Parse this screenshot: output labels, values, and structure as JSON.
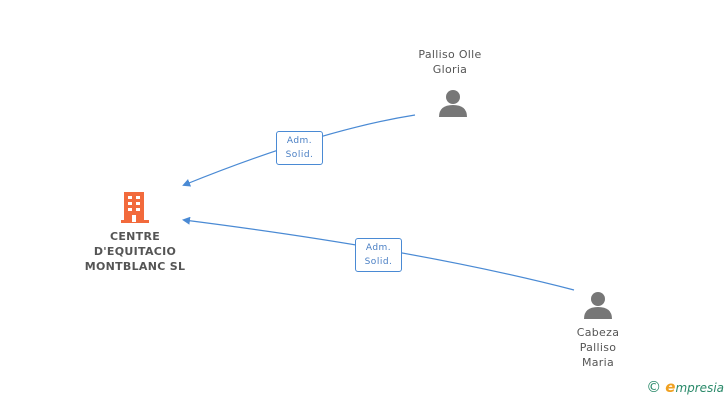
{
  "company": {
    "name_lines": [
      "CENTRE",
      "D'EQUITACIO",
      "MONTBLANC SL"
    ],
    "color": "#f26a3c",
    "icon": "building-icon"
  },
  "persons": [
    {
      "id": "p1",
      "name_lines": [
        "Palliso Olle",
        "Gloria"
      ],
      "icon": "person-icon"
    },
    {
      "id": "p2",
      "name_lines": [
        "Cabeza",
        "Palliso",
        "Maria"
      ],
      "icon": "person-icon"
    }
  ],
  "relations": [
    {
      "from": "p1",
      "to": "company",
      "label_lines": [
        "Adm.",
        "Solid."
      ]
    },
    {
      "from": "p2",
      "to": "company",
      "label_lines": [
        "Adm.",
        "Solid."
      ]
    }
  ],
  "colors": {
    "edge": "#4a8ad4",
    "person": "#777777"
  },
  "footer": {
    "copyright": "©",
    "brand_initial": "e",
    "brand_rest": "mpresia"
  }
}
